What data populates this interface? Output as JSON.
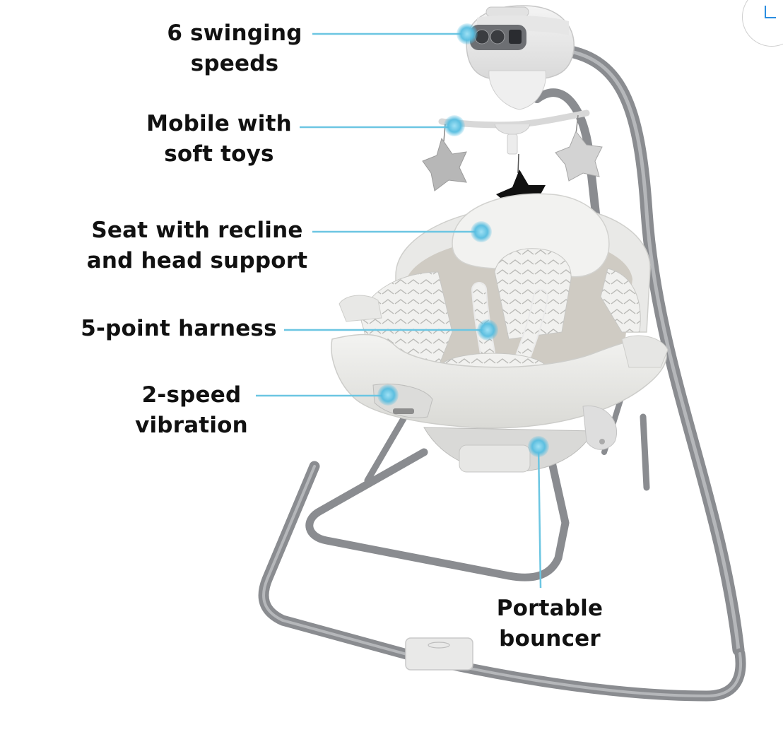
{
  "callouts": [
    {
      "id": "swing-speeds",
      "lines": [
        "6 swinging",
        "speeds"
      ]
    },
    {
      "id": "mobile",
      "lines": [
        "Mobile with",
        "soft toys"
      ]
    },
    {
      "id": "seat",
      "lines": [
        "Seat with recline",
        "and head support"
      ]
    },
    {
      "id": "harness",
      "lines": [
        "5-point harness"
      ]
    },
    {
      "id": "vibration",
      "lines": [
        "2-speed",
        "vibration"
      ]
    },
    {
      "id": "bouncer",
      "lines": [
        "Portable",
        "bouncer"
      ]
    }
  ],
  "colors": {
    "callout_line": "#6cc6e2",
    "callout_dot": "#56bde0",
    "frame": "#8a8c90",
    "seat": "#ececea",
    "fabric": "#cfcbc3",
    "star_dark": "#111111"
  },
  "icons": {
    "expand": "expand-icon"
  }
}
